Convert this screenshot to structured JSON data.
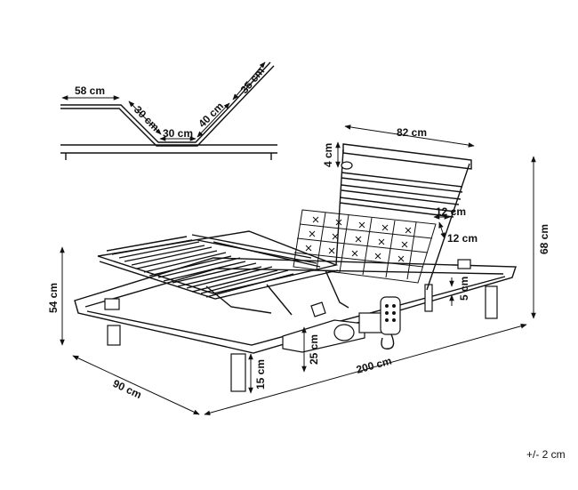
{
  "dimensions": {
    "profile_seat": "58 cm",
    "profile_drop": "30 cm",
    "profile_bottom": "30 cm",
    "profile_rise": "40 cm",
    "profile_head": "35 cm",
    "slat_width": "82 cm",
    "slat_thickness": "4 cm",
    "zone_width": "12 cm",
    "zone_depth": "12 cm",
    "total_height": "68 cm",
    "lift_height": "54 cm",
    "frame_height": "5 cm",
    "motor_height": "25 cm",
    "leg_height": "15 cm",
    "length": "200 cm",
    "width": "90 cm"
  },
  "tolerance_note": "+/- 2 cm",
  "colors": {
    "line": "#111111",
    "background": "#ffffff"
  }
}
